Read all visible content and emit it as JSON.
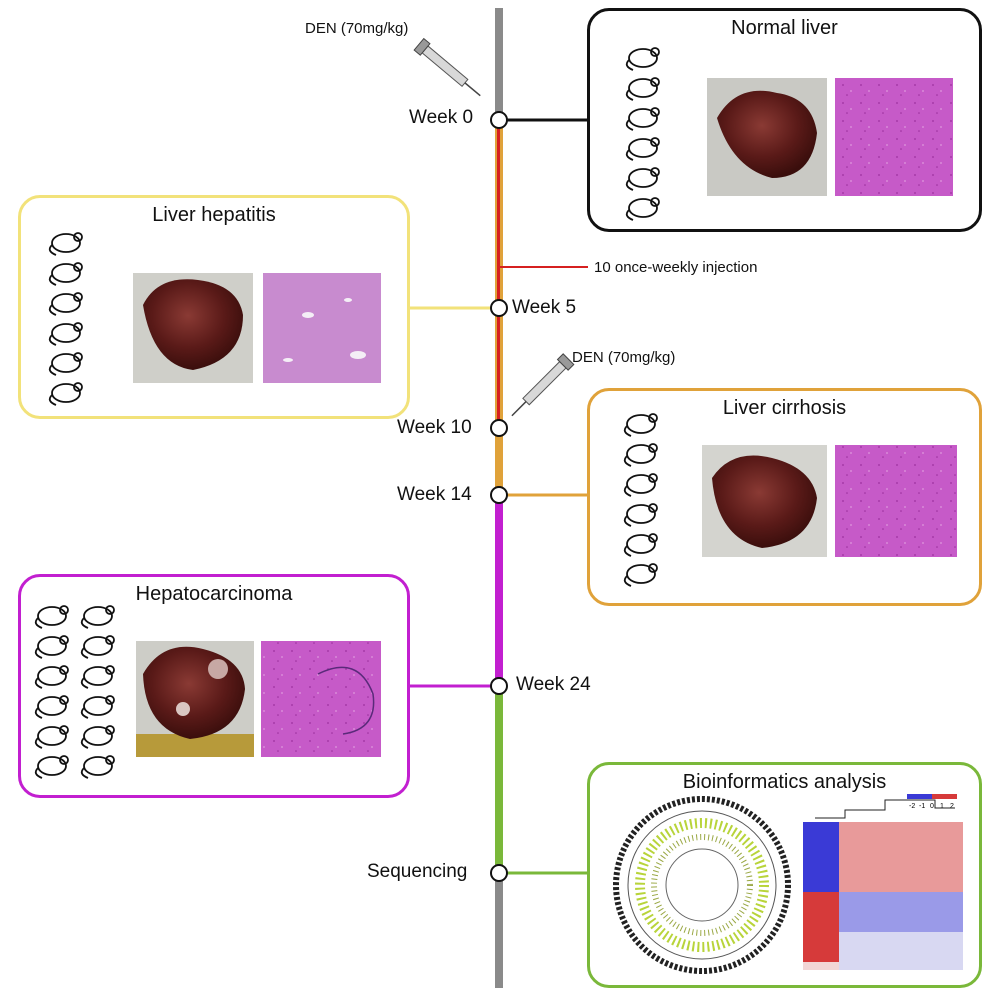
{
  "timeline": {
    "week0": "Week 0",
    "week5": "Week 5",
    "week10": "Week 10",
    "week14": "Week 14",
    "week24": "Week 24",
    "sequencing": "Sequencing",
    "injection_note": "10 once-weekly injection",
    "den_dose_1": "DEN (70mg/kg)",
    "den_dose_2": "DEN (70mg/kg)"
  },
  "boxes": {
    "normal": {
      "title": "Normal liver",
      "color": "#111111"
    },
    "hepatitis": {
      "title": "Liver hepatitis",
      "color": "#f2e27a"
    },
    "cirrhosis": {
      "title": "Liver cirrhosis",
      "color": "#e0a23a"
    },
    "hcc": {
      "title": "Hepatocarcinoma",
      "color": "#c21fd0"
    },
    "bioinfo": {
      "title": "Bioinformatics analysis",
      "color": "#7ab83a"
    }
  },
  "heatmap_legend": [
    "-2",
    "-1",
    "0",
    "1",
    "2"
  ],
  "colors": {
    "axis_gray": "#8a8a8a",
    "injection_red": "#d62020",
    "stage_orange": "#e0a23a",
    "stage_magenta": "#c21fd0",
    "stage_green": "#7ab83a",
    "he_stain": "#c65ac8",
    "liver_brown": "#5a1a18"
  }
}
